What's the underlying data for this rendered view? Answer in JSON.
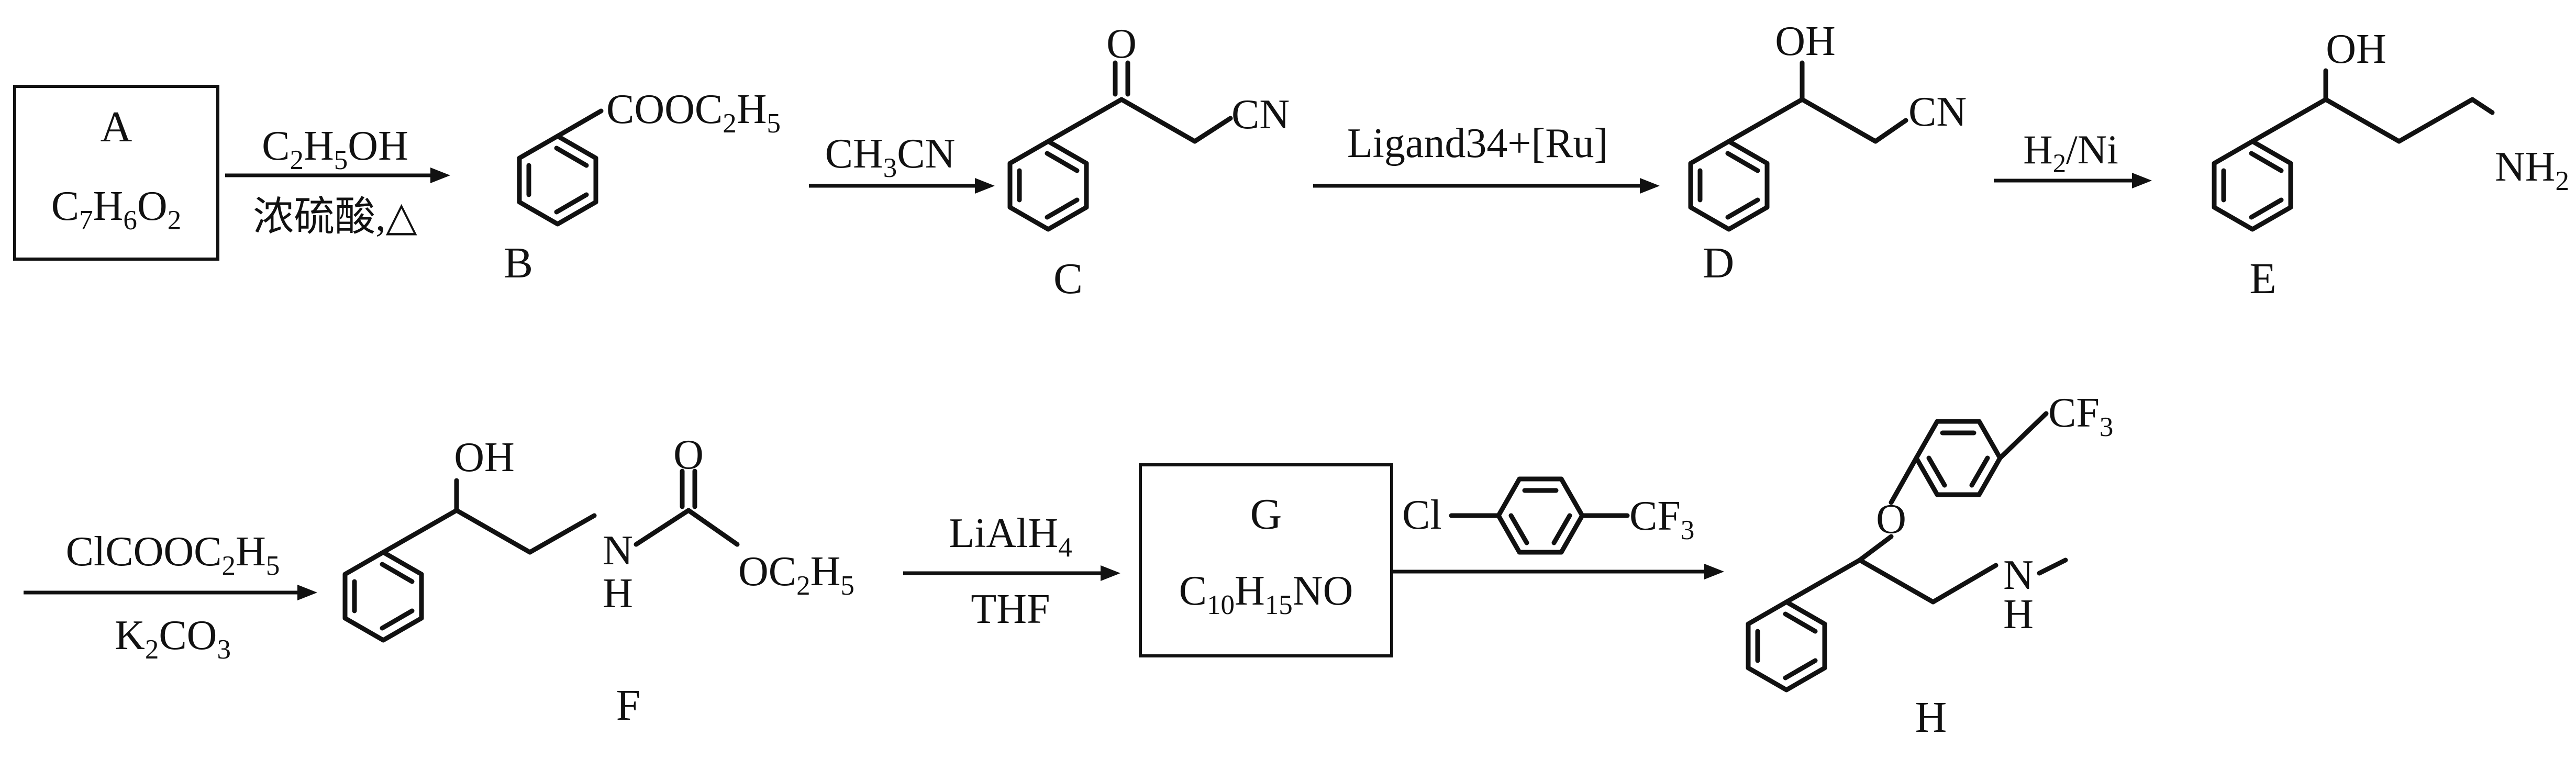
{
  "compounds": {
    "A": {
      "letter": "A",
      "formula": [
        [
          "C",
          ""
        ],
        [
          "7",
          "sub"
        ],
        [
          "H",
          ""
        ],
        [
          "6",
          "sub"
        ],
        [
          "O",
          ""
        ],
        [
          "2",
          "sub"
        ]
      ]
    },
    "B": {
      "letter": "B",
      "group": [
        [
          "COOC",
          ""
        ],
        [
          "2",
          "sub"
        ],
        [
          "H",
          ""
        ],
        [
          "5",
          "sub"
        ]
      ]
    },
    "C": {
      "letter": "C",
      "carbonyl_o": "O",
      "nitrile": "CN"
    },
    "D": {
      "letter": "D",
      "hydroxyl": "OH",
      "nitrile": "CN"
    },
    "E": {
      "letter": "E",
      "hydroxyl": "OH",
      "amine": [
        [
          "NH",
          ""
        ],
        [
          "2",
          "sub"
        ]
      ]
    },
    "F": {
      "letter": "F",
      "hydroxyl": "OH",
      "nitrogen": "N",
      "nh_h": "H",
      "carbonyl_o": "O",
      "ester": [
        [
          "OC",
          ""
        ],
        [
          "2",
          "sub"
        ],
        [
          "H",
          ""
        ],
        [
          "5",
          "sub"
        ]
      ]
    },
    "G": {
      "letter": "G",
      "formula": [
        [
          "C",
          ""
        ],
        [
          "10",
          "sub"
        ],
        [
          "H",
          ""
        ],
        [
          "15",
          "sub"
        ],
        [
          "NO",
          ""
        ]
      ]
    },
    "H": {
      "letter": "H",
      "ether_o": "O",
      "cf3": [
        [
          "CF",
          ""
        ],
        [
          "3",
          "sub"
        ]
      ],
      "nitrogen": "N",
      "nh_h": "H"
    }
  },
  "reagents": {
    "step1_above": [
      [
        "C",
        ""
      ],
      [
        "2",
        "sub"
      ],
      [
        "H",
        ""
      ],
      [
        "5",
        "sub"
      ],
      [
        "OH",
        ""
      ]
    ],
    "step1_below": [
      [
        "浓硫酸,△",
        ""
      ]
    ],
    "step2_above": [
      [
        "CH",
        ""
      ],
      [
        "3",
        "sub"
      ],
      [
        "CN",
        ""
      ]
    ],
    "step3_above": [
      [
        "Ligand34+[Ru]",
        ""
      ]
    ],
    "step4_above": [
      [
        "H",
        ""
      ],
      [
        "2",
        "sub"
      ],
      [
        "/Ni",
        ""
      ]
    ],
    "step5_above": [
      [
        "ClCOOC",
        ""
      ],
      [
        "2",
        "sub"
      ],
      [
        "H",
        ""
      ],
      [
        "5",
        "sub"
      ]
    ],
    "step5_below": [
      [
        "K",
        ""
      ],
      [
        "2",
        "sub"
      ],
      [
        "CO",
        ""
      ],
      [
        "3",
        "sub"
      ]
    ],
    "step6_above": [
      [
        "LiAlH",
        ""
      ],
      [
        "4",
        "sub"
      ]
    ],
    "step6_below": [
      [
        "THF",
        ""
      ]
    ],
    "step7_cl": "Cl",
    "step7_cf3": [
      [
        "CF",
        ""
      ],
      [
        "3",
        "sub"
      ]
    ]
  }
}
